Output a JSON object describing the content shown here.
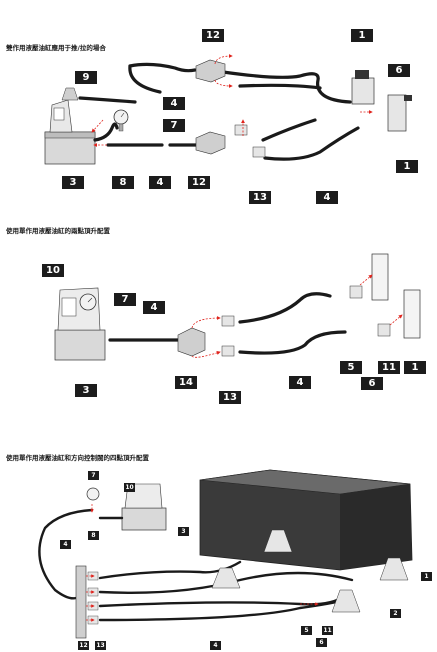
{
  "sections": [
    {
      "title": "雙作用液壓油缸應用于推/拉的場合",
      "labels": [
        "12",
        "1",
        "9",
        "6",
        "4",
        "7",
        "3",
        "8",
        "4",
        "12",
        "13",
        "4",
        "1"
      ]
    },
    {
      "title": "使用單作用液壓油缸的兩點頂升配置",
      "labels": [
        "10",
        "7",
        "4",
        "14",
        "5",
        "11",
        "1",
        "6",
        "3",
        "4",
        "13"
      ]
    },
    {
      "title": "使用單作用液壓油缸和方向控制閥的四點頂升配置",
      "labels": [
        "7",
        "10",
        "8",
        "3",
        "4",
        "1",
        "2",
        "5",
        "11",
        "6",
        "12",
        "13",
        "4"
      ]
    }
  ],
  "colors": {
    "label_bg": "#1c1c1c",
    "hose": "#1a1a1a",
    "arrow": "#e0231c"
  }
}
